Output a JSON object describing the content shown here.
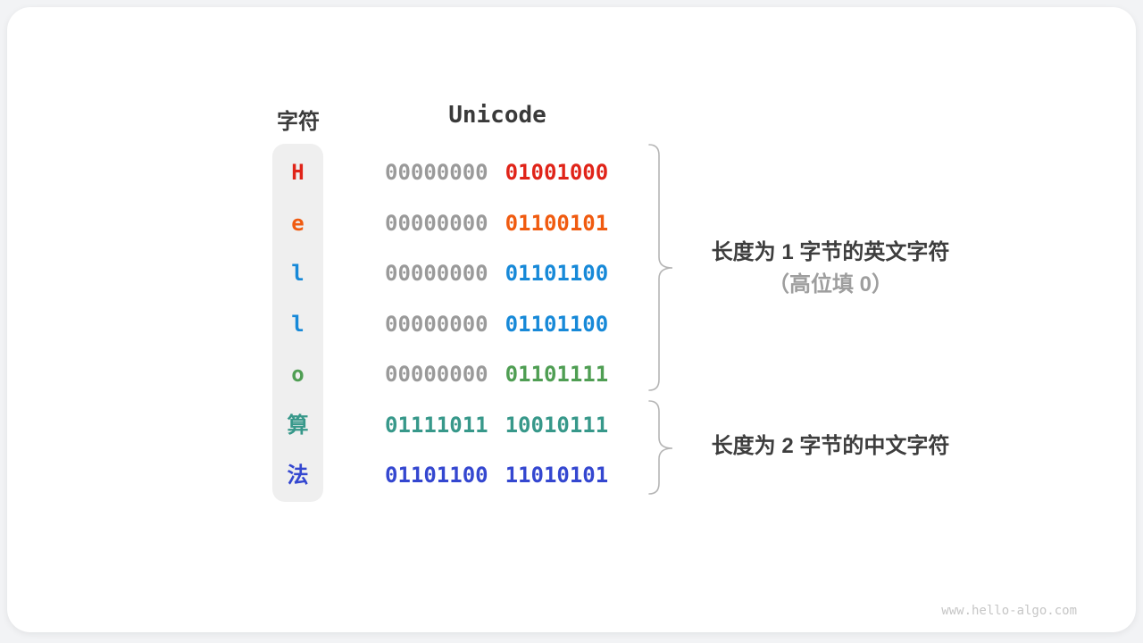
{
  "header": {
    "char_col": "字符",
    "unicode_col": "Unicode"
  },
  "rows": [
    {
      "char": "H",
      "char_color": "#e02419",
      "byte1": "00000000",
      "byte1_color": "#9a9a9a",
      "byte2": "01001000",
      "byte2_color": "#e02419"
    },
    {
      "char": "e",
      "char_color": "#f05b10",
      "byte1": "00000000",
      "byte1_color": "#9a9a9a",
      "byte2": "01100101",
      "byte2_color": "#f05b10"
    },
    {
      "char": "l",
      "char_color": "#1789d8",
      "byte1": "00000000",
      "byte1_color": "#9a9a9a",
      "byte2": "01101100",
      "byte2_color": "#1789d8"
    },
    {
      "char": "l",
      "char_color": "#1789d8",
      "byte1": "00000000",
      "byte1_color": "#9a9a9a",
      "byte2": "01101100",
      "byte2_color": "#1789d8"
    },
    {
      "char": "o",
      "char_color": "#4f9e53",
      "byte1": "00000000",
      "byte1_color": "#9a9a9a",
      "byte2": "01101111",
      "byte2_color": "#4f9e53"
    },
    {
      "char": "算",
      "char_color": "#37988a",
      "byte1": "01111011",
      "byte1_color": "#37988a",
      "byte2": "10010111",
      "byte2_color": "#37988a"
    },
    {
      "char": "法",
      "char_color": "#3447d0",
      "byte1": "01101100",
      "byte1_color": "#3447d0",
      "byte2": "11010101",
      "byte2_color": "#3447d0"
    }
  ],
  "annotations": {
    "english": {
      "line1": "长度为 1 字节的英文字符",
      "line2": "（高位填 0）"
    },
    "chinese": {
      "line1": "长度为 2 字节的中文字符"
    }
  },
  "watermark": "www.hello-algo.com",
  "colors": {
    "bits_gray": "#9a9a9a",
    "label_primary": "#3d3d3d",
    "label_secondary": "#9e9e9e",
    "brace": "#b5b5b5",
    "char_column_bg": "#efefef",
    "card_bg": "#ffffff",
    "page_bg": "#f2f3f5"
  }
}
